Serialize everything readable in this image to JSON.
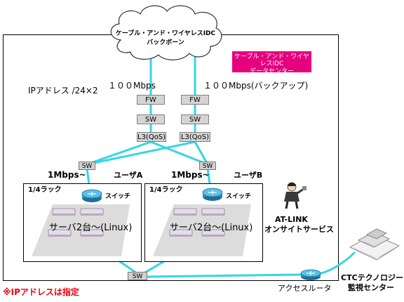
{
  "cloud": {
    "line1": "ケーブル・アンド・ワイヤレスIDC",
    "line2": "バックボーン"
  },
  "datacenter_label": {
    "line1": "ケーブル・アンド・ワイヤレスIDC",
    "line2": "データセンター"
  },
  "ip_address_label": "IPアドレス /24×2",
  "uplink_primary": "１００Mbps",
  "uplink_backup": "１００Mbps(バックアップ)",
  "left_stack": {
    "fw": "FW",
    "sw": "SW",
    "l3": "L3(QoS)"
  },
  "right_stack": {
    "fw": "FW",
    "sw": "SW",
    "l3": "L3(QoS)"
  },
  "access_sw_left": "SW",
  "access_sw_right": "SW",
  "user_a": {
    "speed": "1Mbps~",
    "name": "ユーザA",
    "rack": "1/4ラック",
    "switch": "スイッチ",
    "servers": "サーバ2台～(Linux)"
  },
  "user_b": {
    "speed": "1Mbps~",
    "name": "ユーザB",
    "rack": "1/4ラック",
    "switch": "スイッチ",
    "servers": "サーバ2台～(Linux)"
  },
  "onsite": {
    "line1": "AT-LINK",
    "line2": "オンサイトサービス"
  },
  "bottom_sw": "SW",
  "access_router": "アクセスルータ",
  "monitoring": {
    "line1": "CTCテクノロジー",
    "line2": "監視センター"
  },
  "note": "※IPアドレスは指定",
  "colors": {
    "link": "#33d6e6",
    "datacenter_label_bg": "#e6007e",
    "note": "#e60012",
    "router": "#2f8fc0",
    "equipment": "#d4d4d4"
  }
}
